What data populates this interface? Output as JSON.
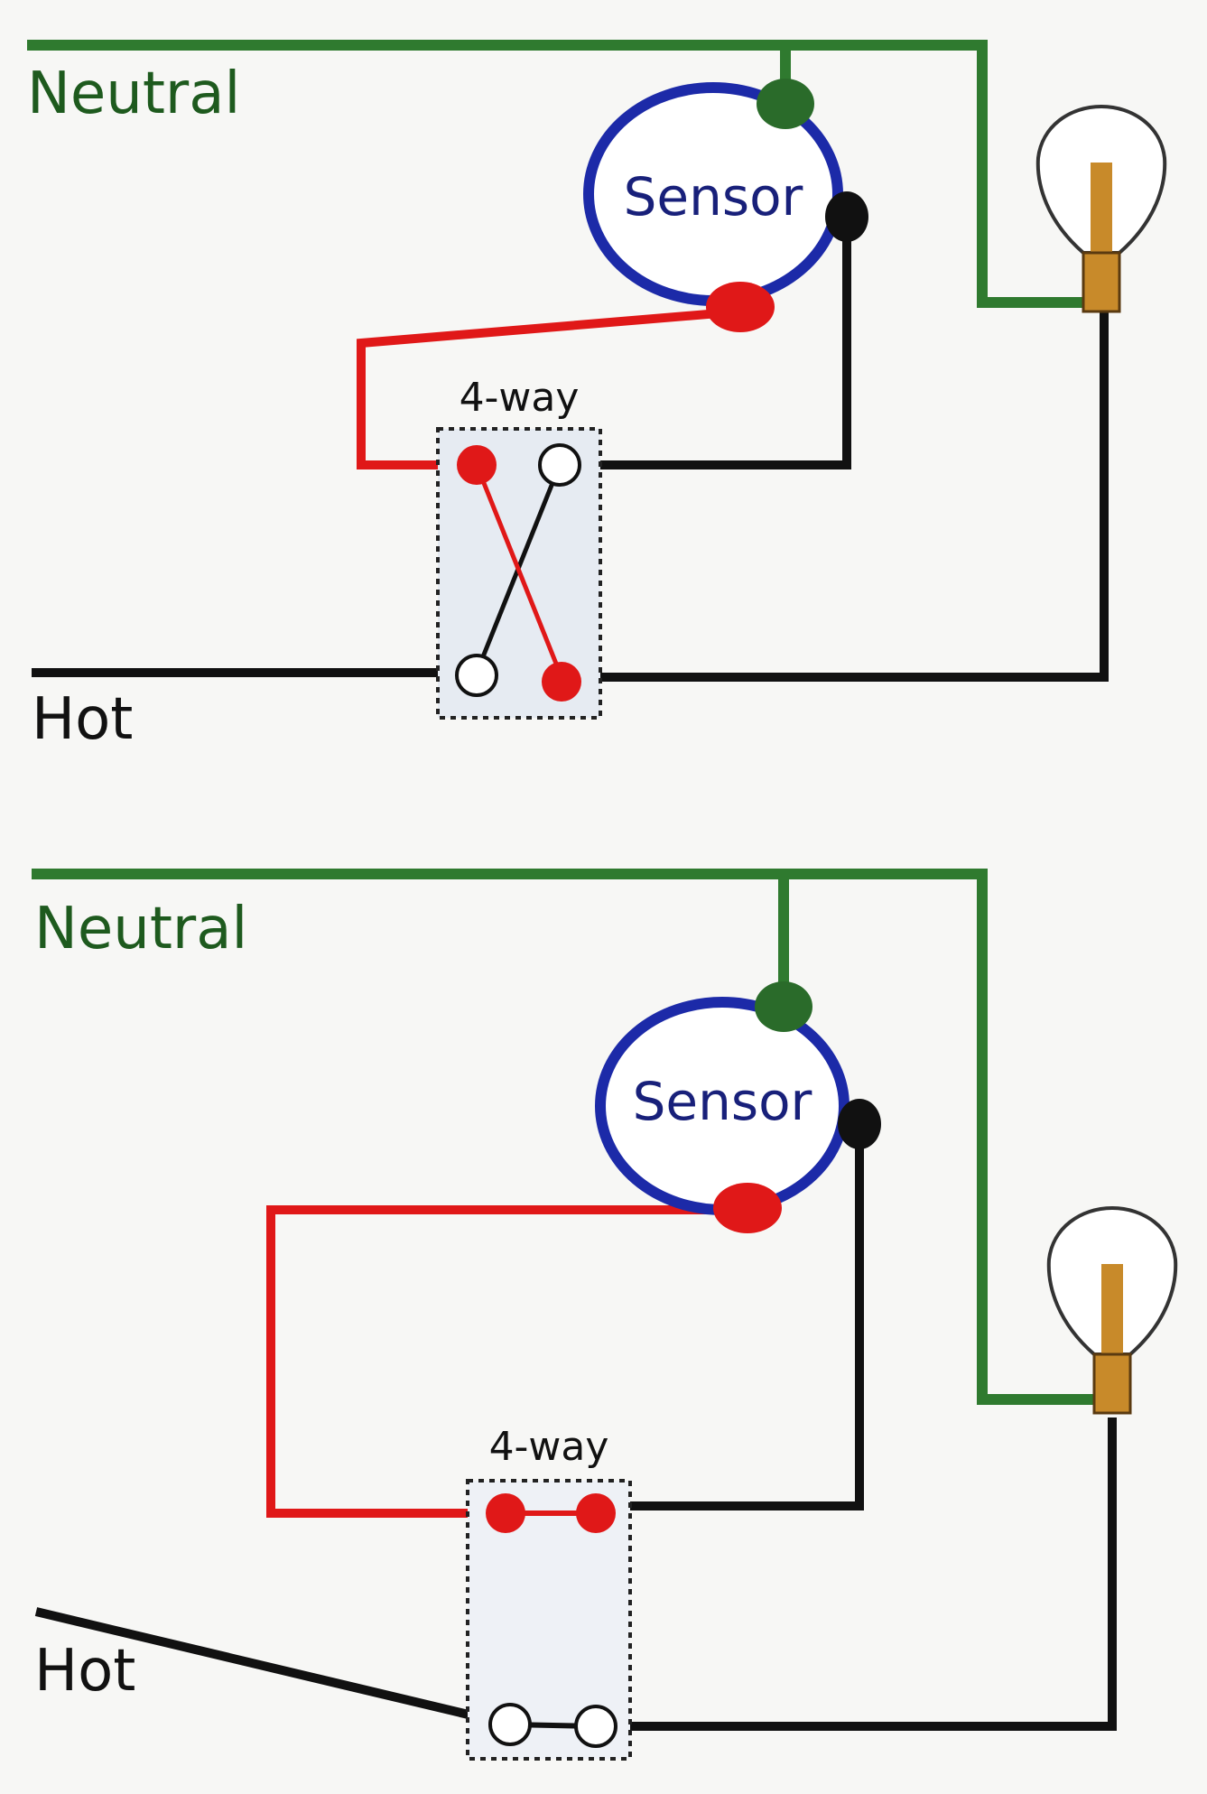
{
  "colors": {
    "neutral": "#2f7a2f",
    "hot": "#111111",
    "traveler": "#e01818",
    "sensor_ring": "#1c2aa8",
    "sensor_text": "#18207a",
    "terminal_white": "#ffffff",
    "bulb_base": "#c88a2a"
  },
  "diagrams": [
    {
      "neutral_label": "Neutral",
      "hot_label": "Hot",
      "sensor_label": "Sensor",
      "switch_label": "4-way",
      "switch_state": "crossed"
    },
    {
      "neutral_label": "Neutral",
      "hot_label": "Hot",
      "sensor_label": "Sensor",
      "switch_label": "4-way",
      "switch_state": "straight"
    }
  ]
}
